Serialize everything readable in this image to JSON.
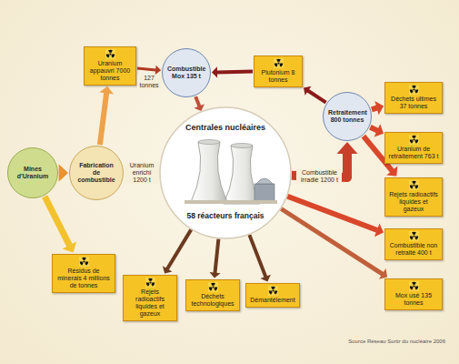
{
  "diagram": {
    "caption": "Source Réseau Sortir du nucléaire 2006",
    "nodes": [
      {
        "text": [
          "Uranium appauvri 7000 tonnes"
        ]
      },
      {
        "text": [
          "Combustible Mox 135 t"
        ]
      },
      {
        "text": [
          "Plutonium 8 tonnes"
        ]
      },
      {
        "text": [
          "Déchets ultimes 37 tonnes"
        ]
      },
      {
        "text": [
          "Mines d'Uranium"
        ]
      },
      {
        "text": [
          "Fabrication de combustible"
        ]
      },
      {
        "text": [
          "Centrales nucléaires",
          "58 réacteurs français"
        ]
      },
      {
        "text": [
          "Retraitement 800 tonnes"
        ]
      },
      {
        "text": [
          "Uranium de retraitement 763 t"
        ]
      },
      {
        "text": [
          "Rejets radioactifs liquides et gazeux"
        ]
      },
      {
        "text": [
          "Combustible non retraité 400 t"
        ]
      },
      {
        "text": [
          "Mox usé 135 tonnes"
        ]
      },
      {
        "text": [
          "Résidus de minerais 4 millions de tonnes"
        ]
      },
      {
        "text": [
          "Rejets radioactifs liquides et gazeux"
        ]
      },
      {
        "text": [
          "Déchets technologiques"
        ]
      },
      {
        "text": [
          "Démantèlement"
        ]
      }
    ],
    "edges": [
      {
        "from": 4,
        "to": 5,
        "arrow": "to"
      },
      {
        "from": 5,
        "to": 6,
        "label": "Uranium enrichi 1200 t",
        "arrow": "to"
      },
      {
        "from": 5,
        "to": 0,
        "arrow": "to"
      },
      {
        "from": 4,
        "to": 12,
        "arrow": "to"
      },
      {
        "from": 0,
        "to": 1,
        "label": "127 tonnes",
        "arrow": "to"
      },
      {
        "from": 2,
        "to": 1,
        "arrow": "to"
      },
      {
        "from": 1,
        "to": 6,
        "arrow": "to"
      },
      {
        "from": 6,
        "to": 7,
        "label": "Combustible irradié 1200 t",
        "arrow": "to"
      },
      {
        "from": 7,
        "to": 2,
        "arrow": "to"
      },
      {
        "from": 7,
        "to": 3,
        "arrow": "to"
      },
      {
        "from": 7,
        "to": 8,
        "arrow": "to"
      },
      {
        "from": 7,
        "to": 9,
        "arrow": "to"
      },
      {
        "from": 6,
        "to": 10,
        "arrow": "to"
      },
      {
        "from": 6,
        "to": 11,
        "arrow": "to"
      },
      {
        "from": 6,
        "to": 13,
        "arrow": "to"
      },
      {
        "from": 6,
        "to": 14,
        "arrow": "to"
      },
      {
        "from": 6,
        "to": 15,
        "arrow": "to"
      }
    ]
  }
}
